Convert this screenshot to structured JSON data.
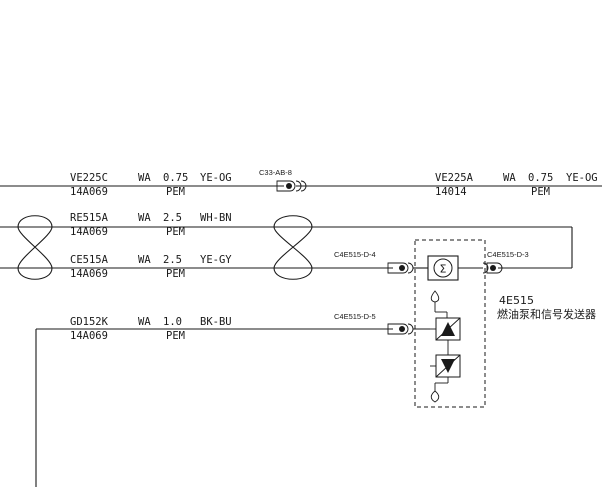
{
  "wires": [
    {
      "circuit": "VE225C",
      "harness": "14A069",
      "gauge_type": "WA",
      "gauge": "0.75",
      "insulation": "PEM",
      "color": "YE-OG"
    },
    {
      "circuit": "VE225A",
      "harness": "14014",
      "gauge_type": "WA",
      "gauge": "0.75",
      "insulation": "PEM",
      "color": "YE-OG"
    },
    {
      "circuit": "RE515A",
      "harness": "14A069",
      "gauge_type": "WA",
      "gauge": "2.5",
      "insulation": "PEM",
      "color": "WH-BN"
    },
    {
      "circuit": "CE515A",
      "harness": "14A069",
      "gauge_type": "WA",
      "gauge": "2.5",
      "insulation": "PEM",
      "color": "YE-GY"
    },
    {
      "circuit": "GD152K",
      "harness": "14A069",
      "gauge_type": "WA",
      "gauge": "1.0",
      "insulation": "PEM",
      "color": "BK-BU"
    }
  ],
  "connectors": {
    "c33": "C33-AB-8",
    "pin4": "C4E515-D-4",
    "pin3": "C4E515-D-3",
    "pin5": "C4E515-D-5"
  },
  "component": {
    "id": "4E515",
    "name": "燃油泵和信号发送器"
  },
  "symbols": {
    "twisted_pair": "twist-icon",
    "motor": "motor-sigma-icon",
    "sender": "variable-resistor-icon"
  }
}
